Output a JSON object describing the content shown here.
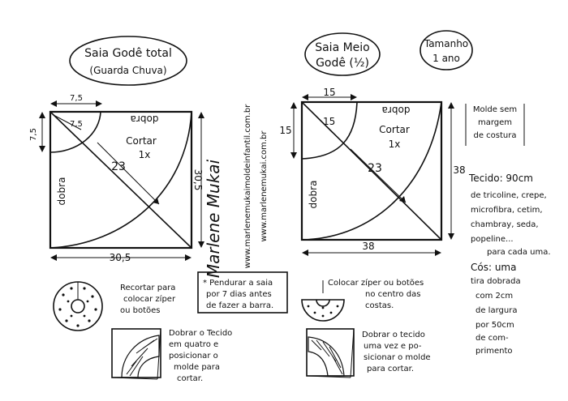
{
  "left": {
    "title_line1": "Saia Godê total",
    "title_line2": "(Guarda Chuva)",
    "top_dim": "7,5",
    "side_dim": "7,5",
    "radius_inner": "7,5",
    "fold_top": "dobra",
    "fold_left": "dobra",
    "cut_line1": "Cortar",
    "cut_line2": "1x",
    "diag": "23",
    "right_dim": "30,5",
    "bottom_dim": "30,5",
    "instr1": [
      "Recortar para",
      "colocar zíper",
      "ou botões"
    ],
    "instr2": [
      "Dobrar o Tecido",
      "em quatro e",
      "posicionar o",
      "molde para",
      "cortar."
    ]
  },
  "center": {
    "note": [
      "* Pendurar a saia",
      "por 7 dias antes",
      "de fazer a barra."
    ],
    "url1": "www.marlenemukaimoldeinfantil.com.br",
    "url2": "www.marlenemukai.com.br",
    "signature": "Marlene Mukai"
  },
  "right": {
    "title_line1": "Saia Meio",
    "title_line2": "Godê (½)",
    "top_dim": "15",
    "side_dim": "15",
    "radius_inner": "15",
    "fold_top": "dobra",
    "fold_left": "dobra",
    "cut_line1": "Cortar",
    "cut_line2": "1x",
    "diag": "23",
    "right_dim": "38",
    "bottom_dim": "38",
    "instr1": [
      "Colocar zíper ou botões",
      "no centro das",
      "costas."
    ],
    "instr2": [
      "Dobrar o tecido",
      "uma vez e po-",
      "sicionar o molde",
      "para cortar."
    ]
  },
  "size_box": {
    "line1": "Tamanho",
    "line2": "1 ano"
  },
  "mold_note": [
    "Molde sem",
    "margem",
    "de costura"
  ],
  "tecido": [
    "Tecido: 90cm",
    "de tricoline, crepe,",
    "microfibra, cetim,",
    "chambray, seda,",
    "popeline...",
    "para cada uma."
  ],
  "cos": [
    "Cós: uma",
    "tira dobrada",
    "com 2cm",
    "de largura",
    "por 50cm",
    "de com-",
    "primento"
  ]
}
